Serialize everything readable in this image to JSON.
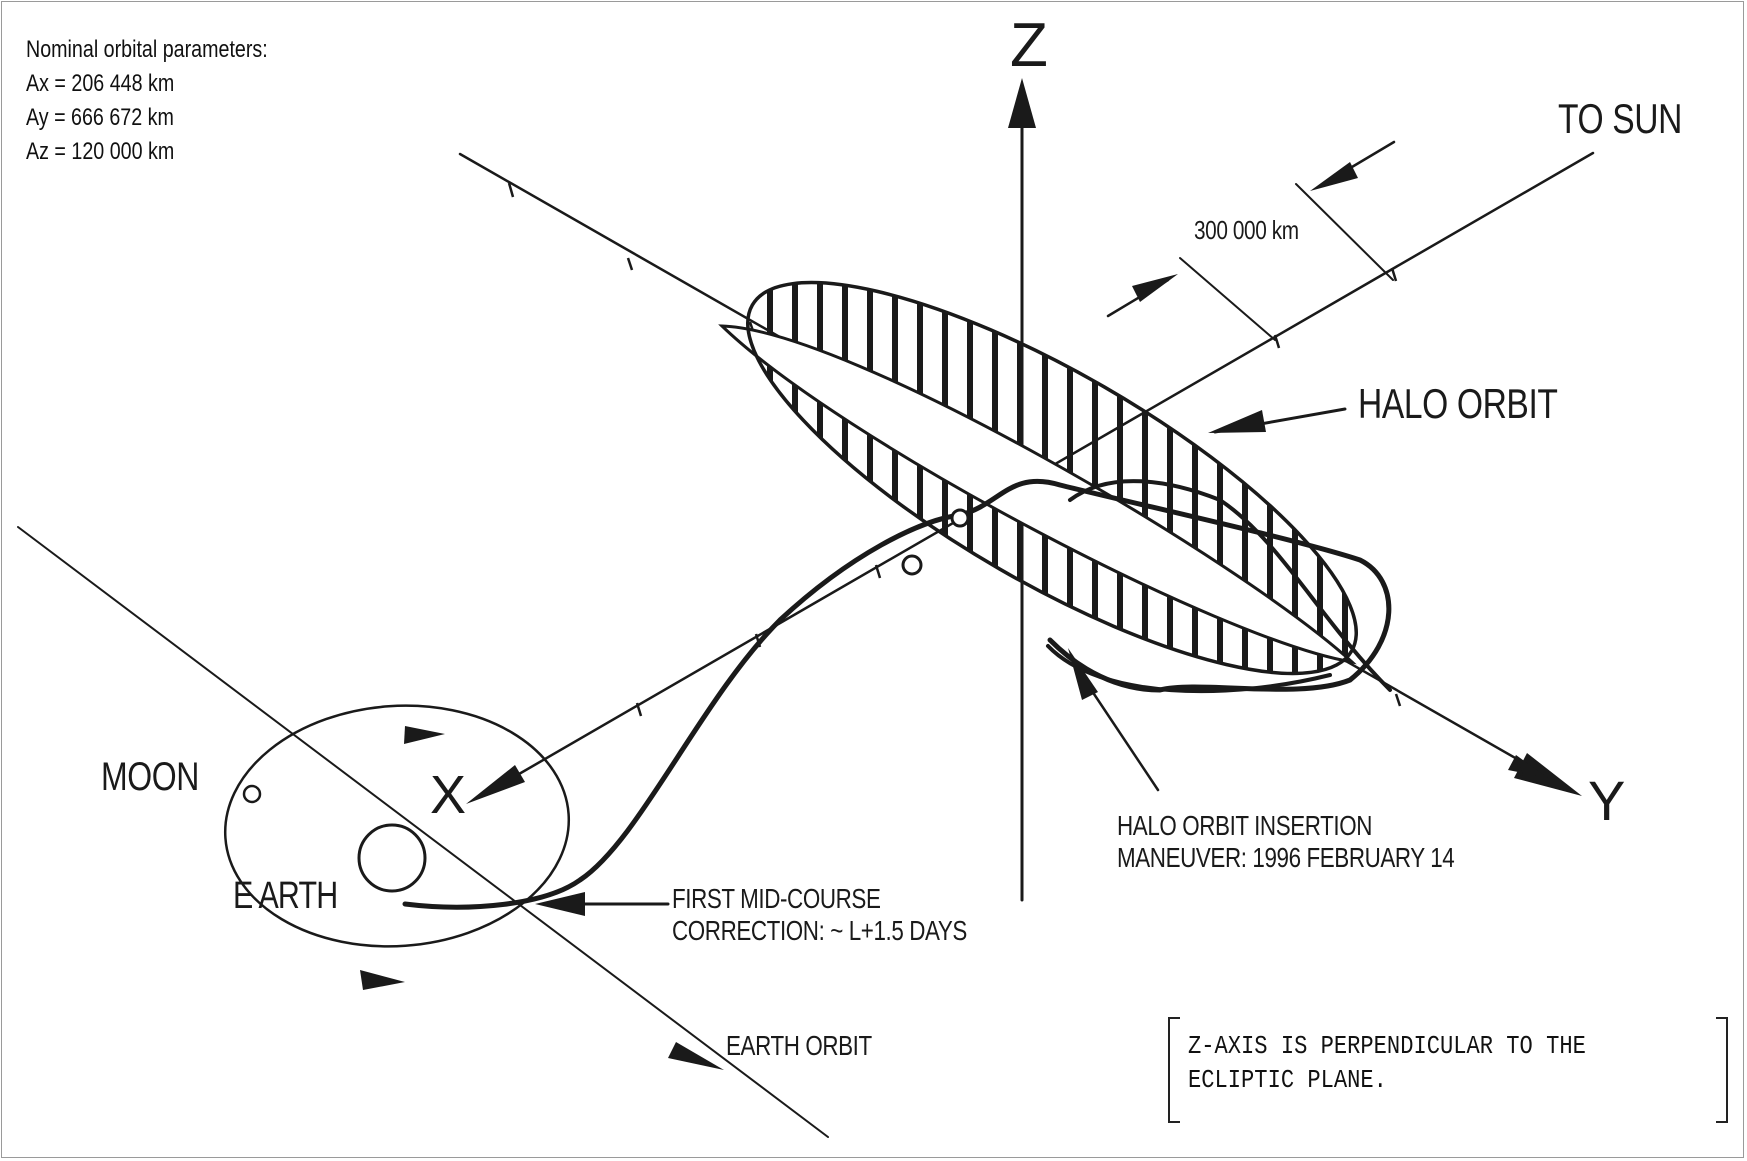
{
  "params": {
    "title": "Nominal orbital parameters:",
    "ax": "Ax = 206 448 km",
    "ay": "Ay = 666 672 km",
    "az": "Az = 120 000 km"
  },
  "labels": {
    "z_axis": "Z",
    "y_axis": "Y",
    "x_axis": "X",
    "to_sun": "TO SUN",
    "distance": "300 000 km",
    "halo_orbit": "HALO ORBIT",
    "insertion_line1": "HALO ORBIT INSERTION",
    "insertion_line2": "MANEUVER: 1996 FEBRUARY 14",
    "midcourse_line1": "FIRST MID-COURSE",
    "midcourse_line2": "CORRECTION: ~  L+1.5 DAYS",
    "moon": "MOON",
    "earth": "E ARTH",
    "earth_orbit": "EARTH ORBIT"
  },
  "note": {
    "line1": "Z-AXIS IS PERPENDICULAR TO THE",
    "line2": "ECLIPTIC PLANE."
  },
  "ink_color": "#1a1a1a"
}
